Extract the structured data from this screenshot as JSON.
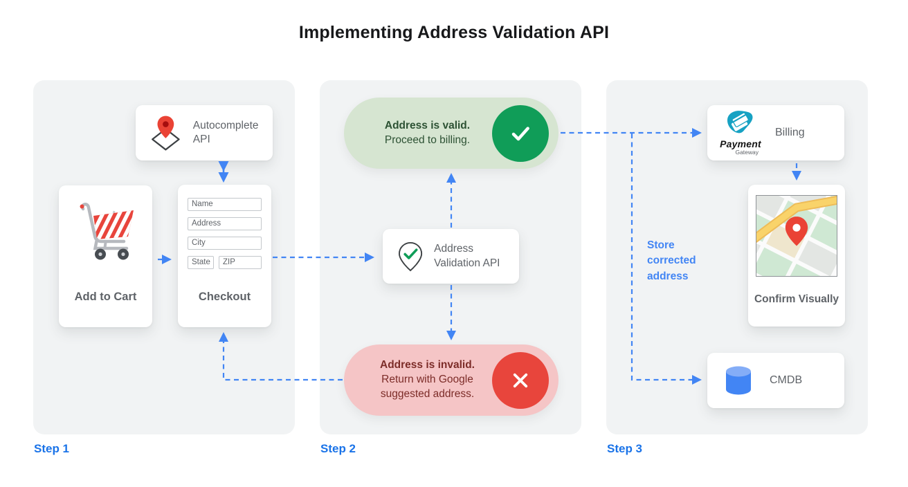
{
  "title": "Implementing Address Validation API",
  "colors": {
    "arrow_blue": "#4285f4",
    "step_label_blue": "#1a73e8",
    "success_green": "#109d58",
    "error_red": "#e8453c",
    "valid_pill_bg": "#d6e5d1",
    "invalid_pill_bg": "#f5c5c6",
    "panel_bg": "#f1f3f4",
    "label_gray": "#5f6368"
  },
  "step1": {
    "label": "Step 1",
    "autocomplete_card": {
      "label": "Autocomplete API",
      "icon": "map-pin-diamond-icon"
    },
    "add_to_cart_card": {
      "label": "Add to Cart",
      "icon": "shopping-cart-icon"
    },
    "checkout_card": {
      "label": "Checkout",
      "fields": [
        "Name",
        "Address",
        "City",
        "State",
        "ZIP"
      ]
    }
  },
  "step2": {
    "label": "Step 2",
    "valid_pill": {
      "title": "Address is valid.",
      "subtitle": "Proceed to billing.",
      "icon": "check-circle-icon"
    },
    "api_card": {
      "label": "Address Validation API",
      "icon": "map-pin-check-icon"
    },
    "invalid_pill": {
      "title": "Address is invalid.",
      "subtitle": "Return with Google suggested address.",
      "icon": "x-circle-icon"
    }
  },
  "step3": {
    "label": "Step 3",
    "billing_card": {
      "label": "Billing",
      "logo_title": "Payment",
      "logo_subtitle": "Gateway",
      "icon": "payment-gateway-logo"
    },
    "confirm_card": {
      "label": "Confirm Visually",
      "icon": "map-preview-image"
    },
    "cmdb_card": {
      "label": "CMDB",
      "icon": "database-cylinder-icon"
    },
    "annotation": "Store corrected address"
  }
}
